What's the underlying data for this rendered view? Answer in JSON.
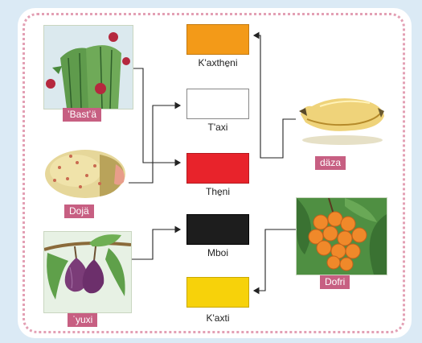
{
  "fruits_left": [
    {
      "label": "ʼBastʼä",
      "icon": "cactus-fruit-icon"
    },
    {
      "label": "Dojä",
      "icon": "prickly-pear-icon"
    },
    {
      "label": "ˈyuxi",
      "icon": "fig-icon"
    }
  ],
  "fruits_right": [
    {
      "label": "däza",
      "icon": "banana-icon"
    },
    {
      "label": "Dofri",
      "icon": "orange-cluster-icon"
    }
  ],
  "colors": [
    {
      "name": "K'axthe̱ni",
      "hex": "#f39a18"
    },
    {
      "name": "T'axi",
      "hex": "#ffffff"
    },
    {
      "name": "The̱ni",
      "hex": "#e8232b"
    },
    {
      "name": "Mboi",
      "hex": "#1d1d1d"
    },
    {
      "name": "K'axti",
      "hex": "#f7d20a"
    }
  ],
  "theme": {
    "label_bg": "#c75f82",
    "border_dots": "#e3a0b4",
    "background": "#dbeaf5"
  }
}
